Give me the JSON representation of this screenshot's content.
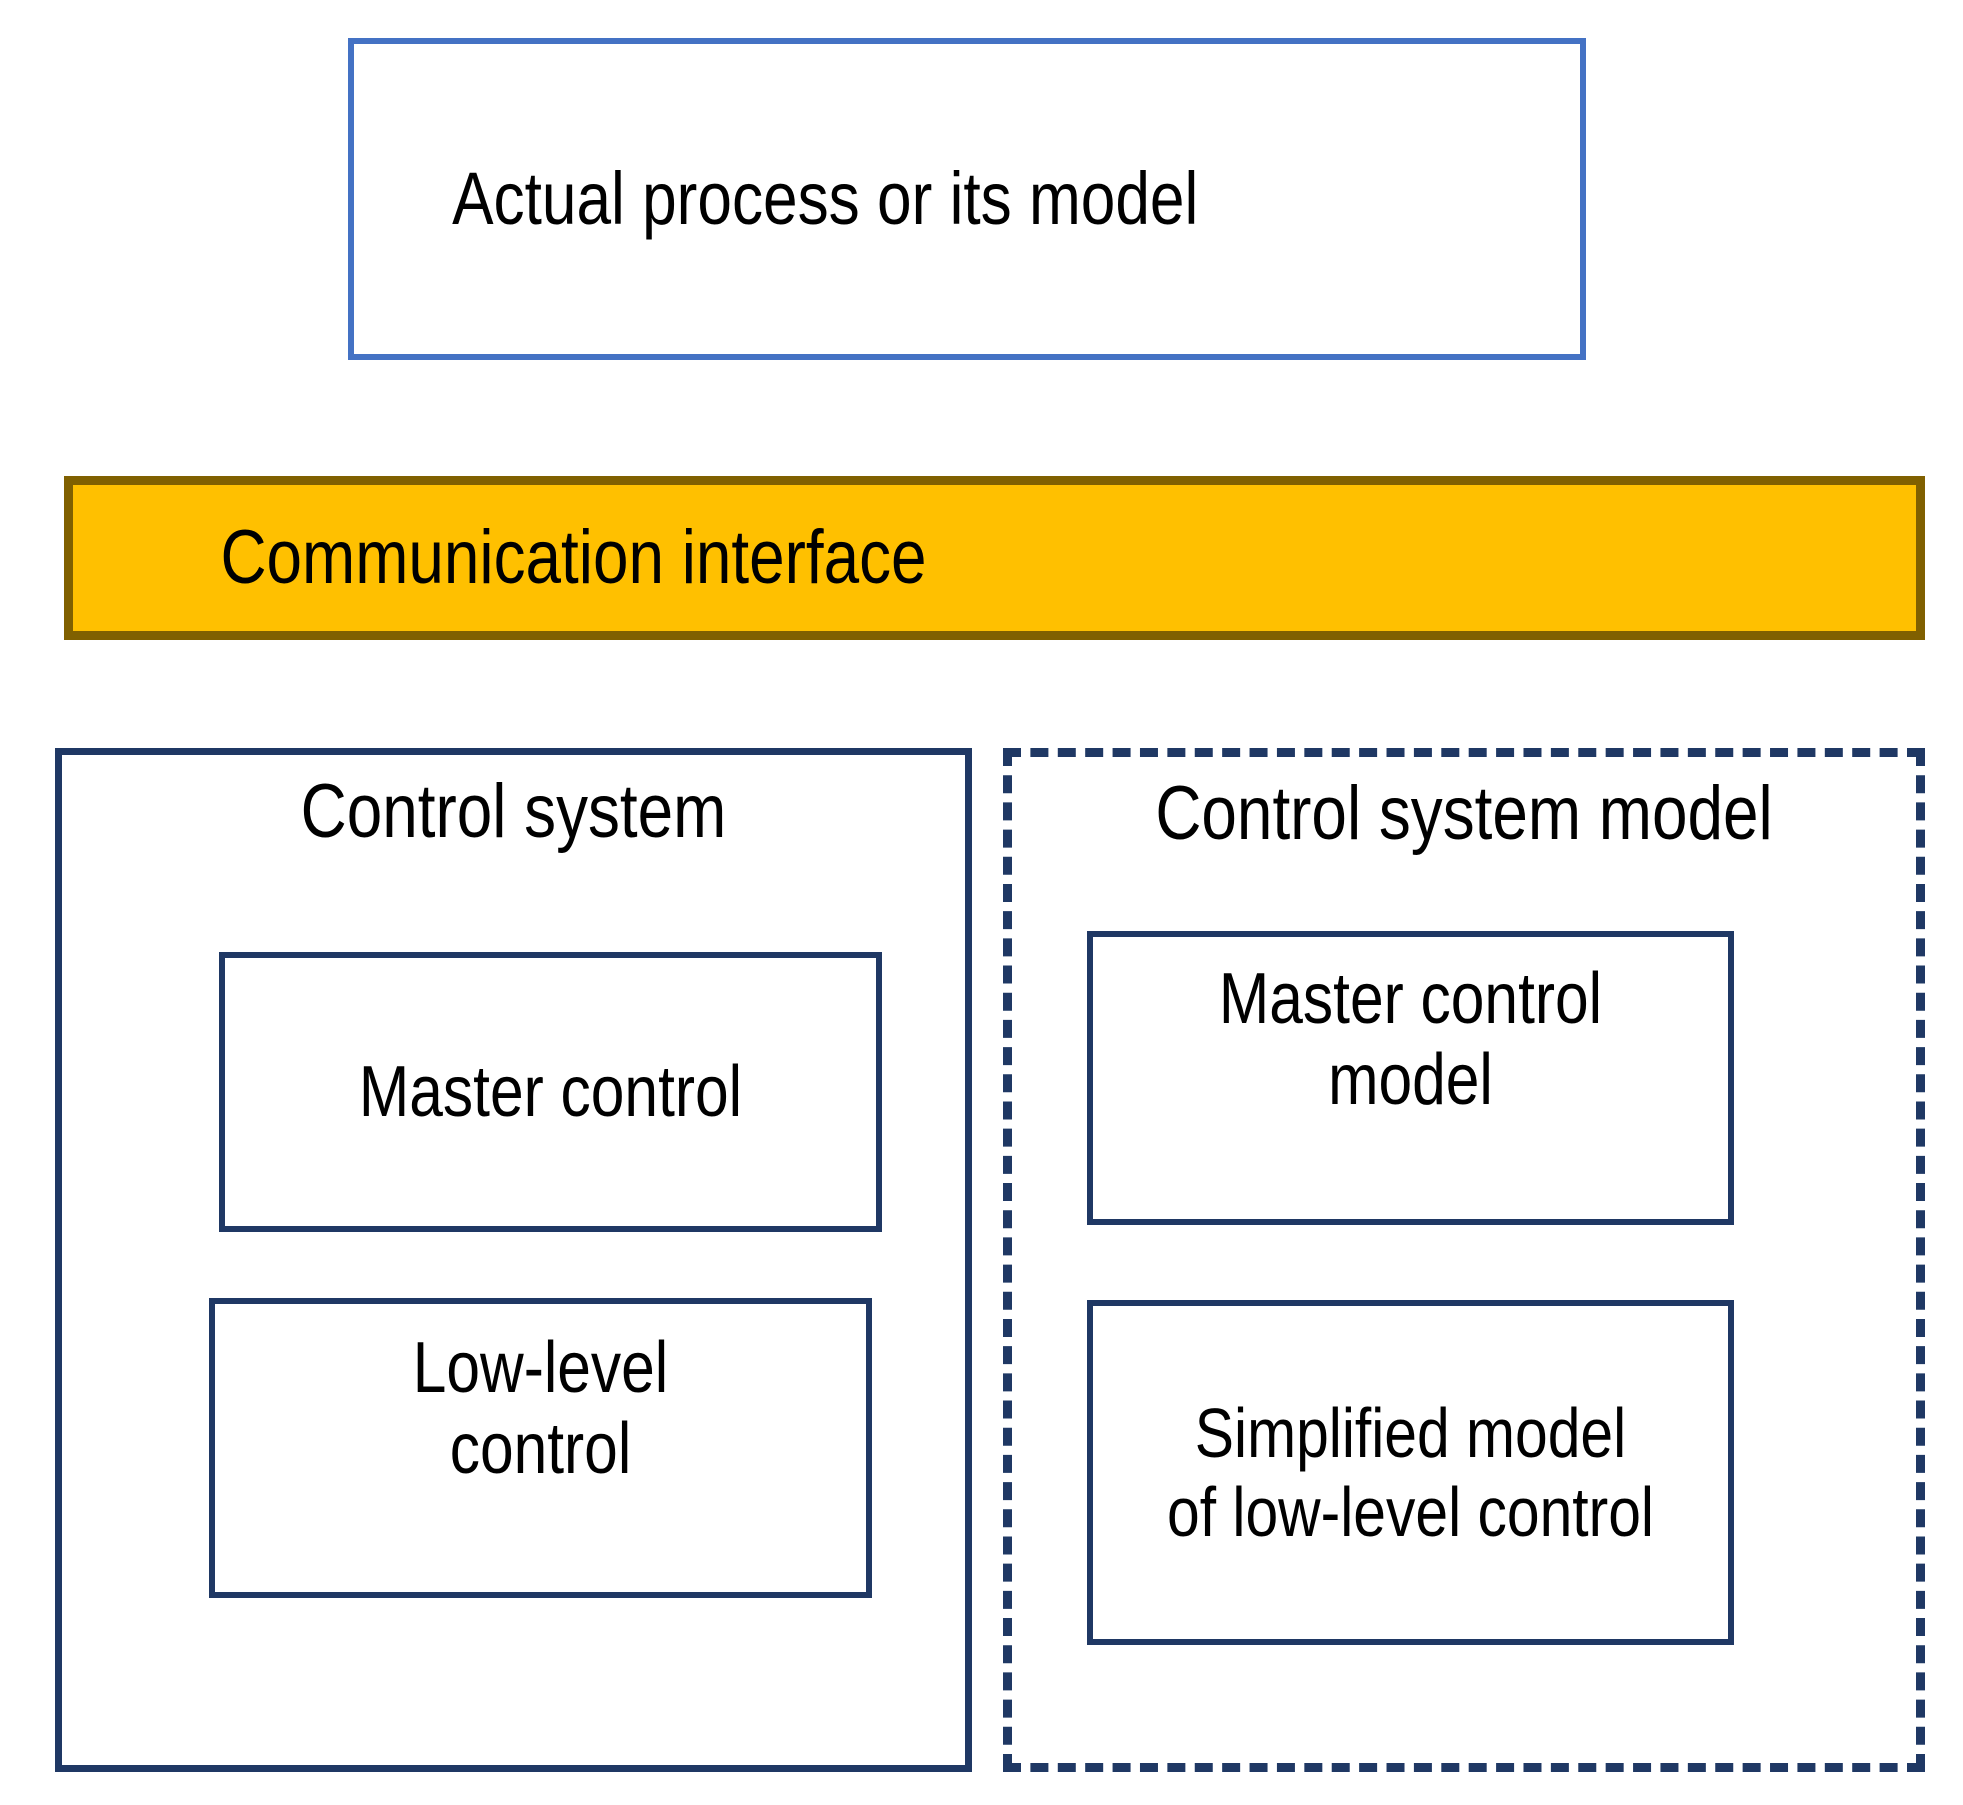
{
  "diagram": {
    "title_semantic": "control-system-and-model-architecture",
    "colors": {
      "process_border": "#4472C4",
      "comm_fill": "#FFC000",
      "comm_border": "#806000",
      "panel_border": "#1F3864",
      "box_fill": "#FFFFFF",
      "text": "#000000"
    },
    "process": {
      "label": "Actual process or its model"
    },
    "communication": {
      "label": "Communication interface"
    },
    "control_system": {
      "title": "Control system",
      "boxes": [
        {
          "label": "Master control"
        },
        {
          "label": "Low-level\ncontrol"
        }
      ]
    },
    "control_system_model": {
      "title": "Control system model",
      "boxes": [
        {
          "label": "Master control\nmodel"
        },
        {
          "label": "Simplified model\nof low-level control"
        }
      ]
    }
  }
}
